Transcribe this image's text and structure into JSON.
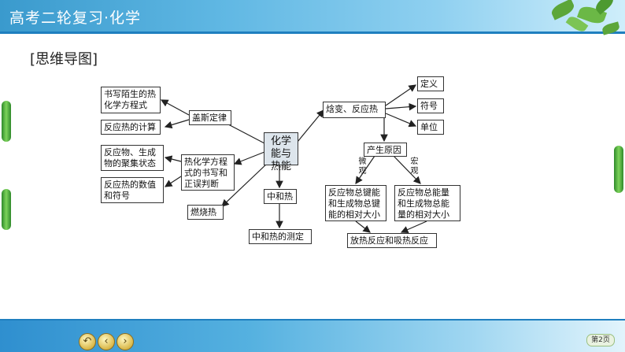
{
  "header": {
    "title": "高考二轮复习·化学"
  },
  "section_title": "[思维导图]",
  "diagram": {
    "center": "化学能与热能",
    "left_nodes": {
      "gaisi": "盖斯定律",
      "write_eq": "书写陌生的热化学方程式",
      "calc": "反应热的计算",
      "thermo_eq": "热化学方程式的书写和正误判断",
      "state": "反应物、生成物的聚集状态",
      "value_sign": "反应热的数值和符号",
      "combustion": "燃烧热"
    },
    "bottom_nodes": {
      "neutral": "中和热",
      "neutral_measure": "中和热的测定"
    },
    "right_nodes": {
      "enthalpy": "焓变、反应热",
      "definition": "定义",
      "symbol": "符号",
      "unit": "单位",
      "cause": "产生原因",
      "micro": "微观",
      "macro": "宏观",
      "bond_energy": "反应物总键能和生成物总键能的相对大小",
      "total_energy": "反应物总能量和生成物总能量的相对大小",
      "exo_endo": "放热反应和吸热反应"
    }
  },
  "footer": {
    "page": "第2页"
  },
  "colors": {
    "header": "#3a9acd",
    "center_fill": "#dde5ec",
    "side_bar": "#5bbf3c"
  }
}
